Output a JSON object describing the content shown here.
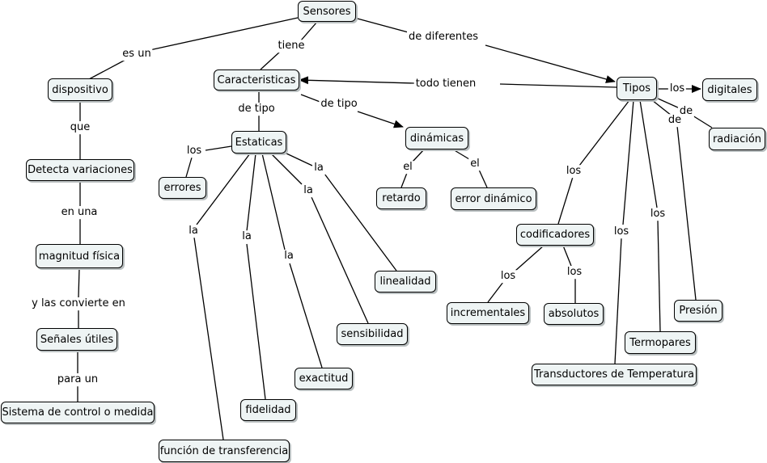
{
  "nodes": {
    "sensores": "Sensores",
    "dispositivo": "dispositivo",
    "caracteristicas": "Caracteristicas",
    "tipos": "Tipos",
    "digitales": "digitales",
    "radiacion": "radiación",
    "estaticas": "Estaticas",
    "dinamicas": "dinámicas",
    "detecta": "Detecta variaciones",
    "errores": "errores",
    "retardo": "retardo",
    "error_dinamico": "error dinámico",
    "codificadores": "codificadores",
    "magnitud": "magnitud física",
    "linealidad": "linealidad",
    "incrementales": "incrementales",
    "absolutos": "absolutos",
    "presion": "Presión",
    "senales": "Señales útiles",
    "sensibilidad": "sensibilidad",
    "termopares": "Termopares",
    "exactitud": "exactitud",
    "transductores": "Transductores de Temperatura",
    "sistema": "Sistema de control o medida",
    "fidelidad": "fidelidad",
    "funcion": "función de transferencia"
  },
  "links": {
    "es_un": "es un",
    "tiene": "tiene",
    "de_diferentes": "de diferentes",
    "todo_tienen": "todo tienen",
    "de_tipo_1": "de tipo",
    "de_tipo_2": "de tipo",
    "que": "que",
    "en_una": "en una",
    "y_las_convierte_en": "y las convierte en",
    "para_un": "para un",
    "los_errores": "los",
    "la_linealidad": "la",
    "la_sensibilidad": "la",
    "la_exactitud": "la",
    "la_fidelidad": "la",
    "la_funcion": "la",
    "el_retardo": "el",
    "el_error": "el",
    "los_digitales": "los",
    "de_radiacion": "de",
    "de_presion": "de",
    "los_codificadores": "los",
    "los_termopares": "los",
    "los_transductores": "los",
    "los_incrementales": "los",
    "los_absolutos": "los"
  }
}
